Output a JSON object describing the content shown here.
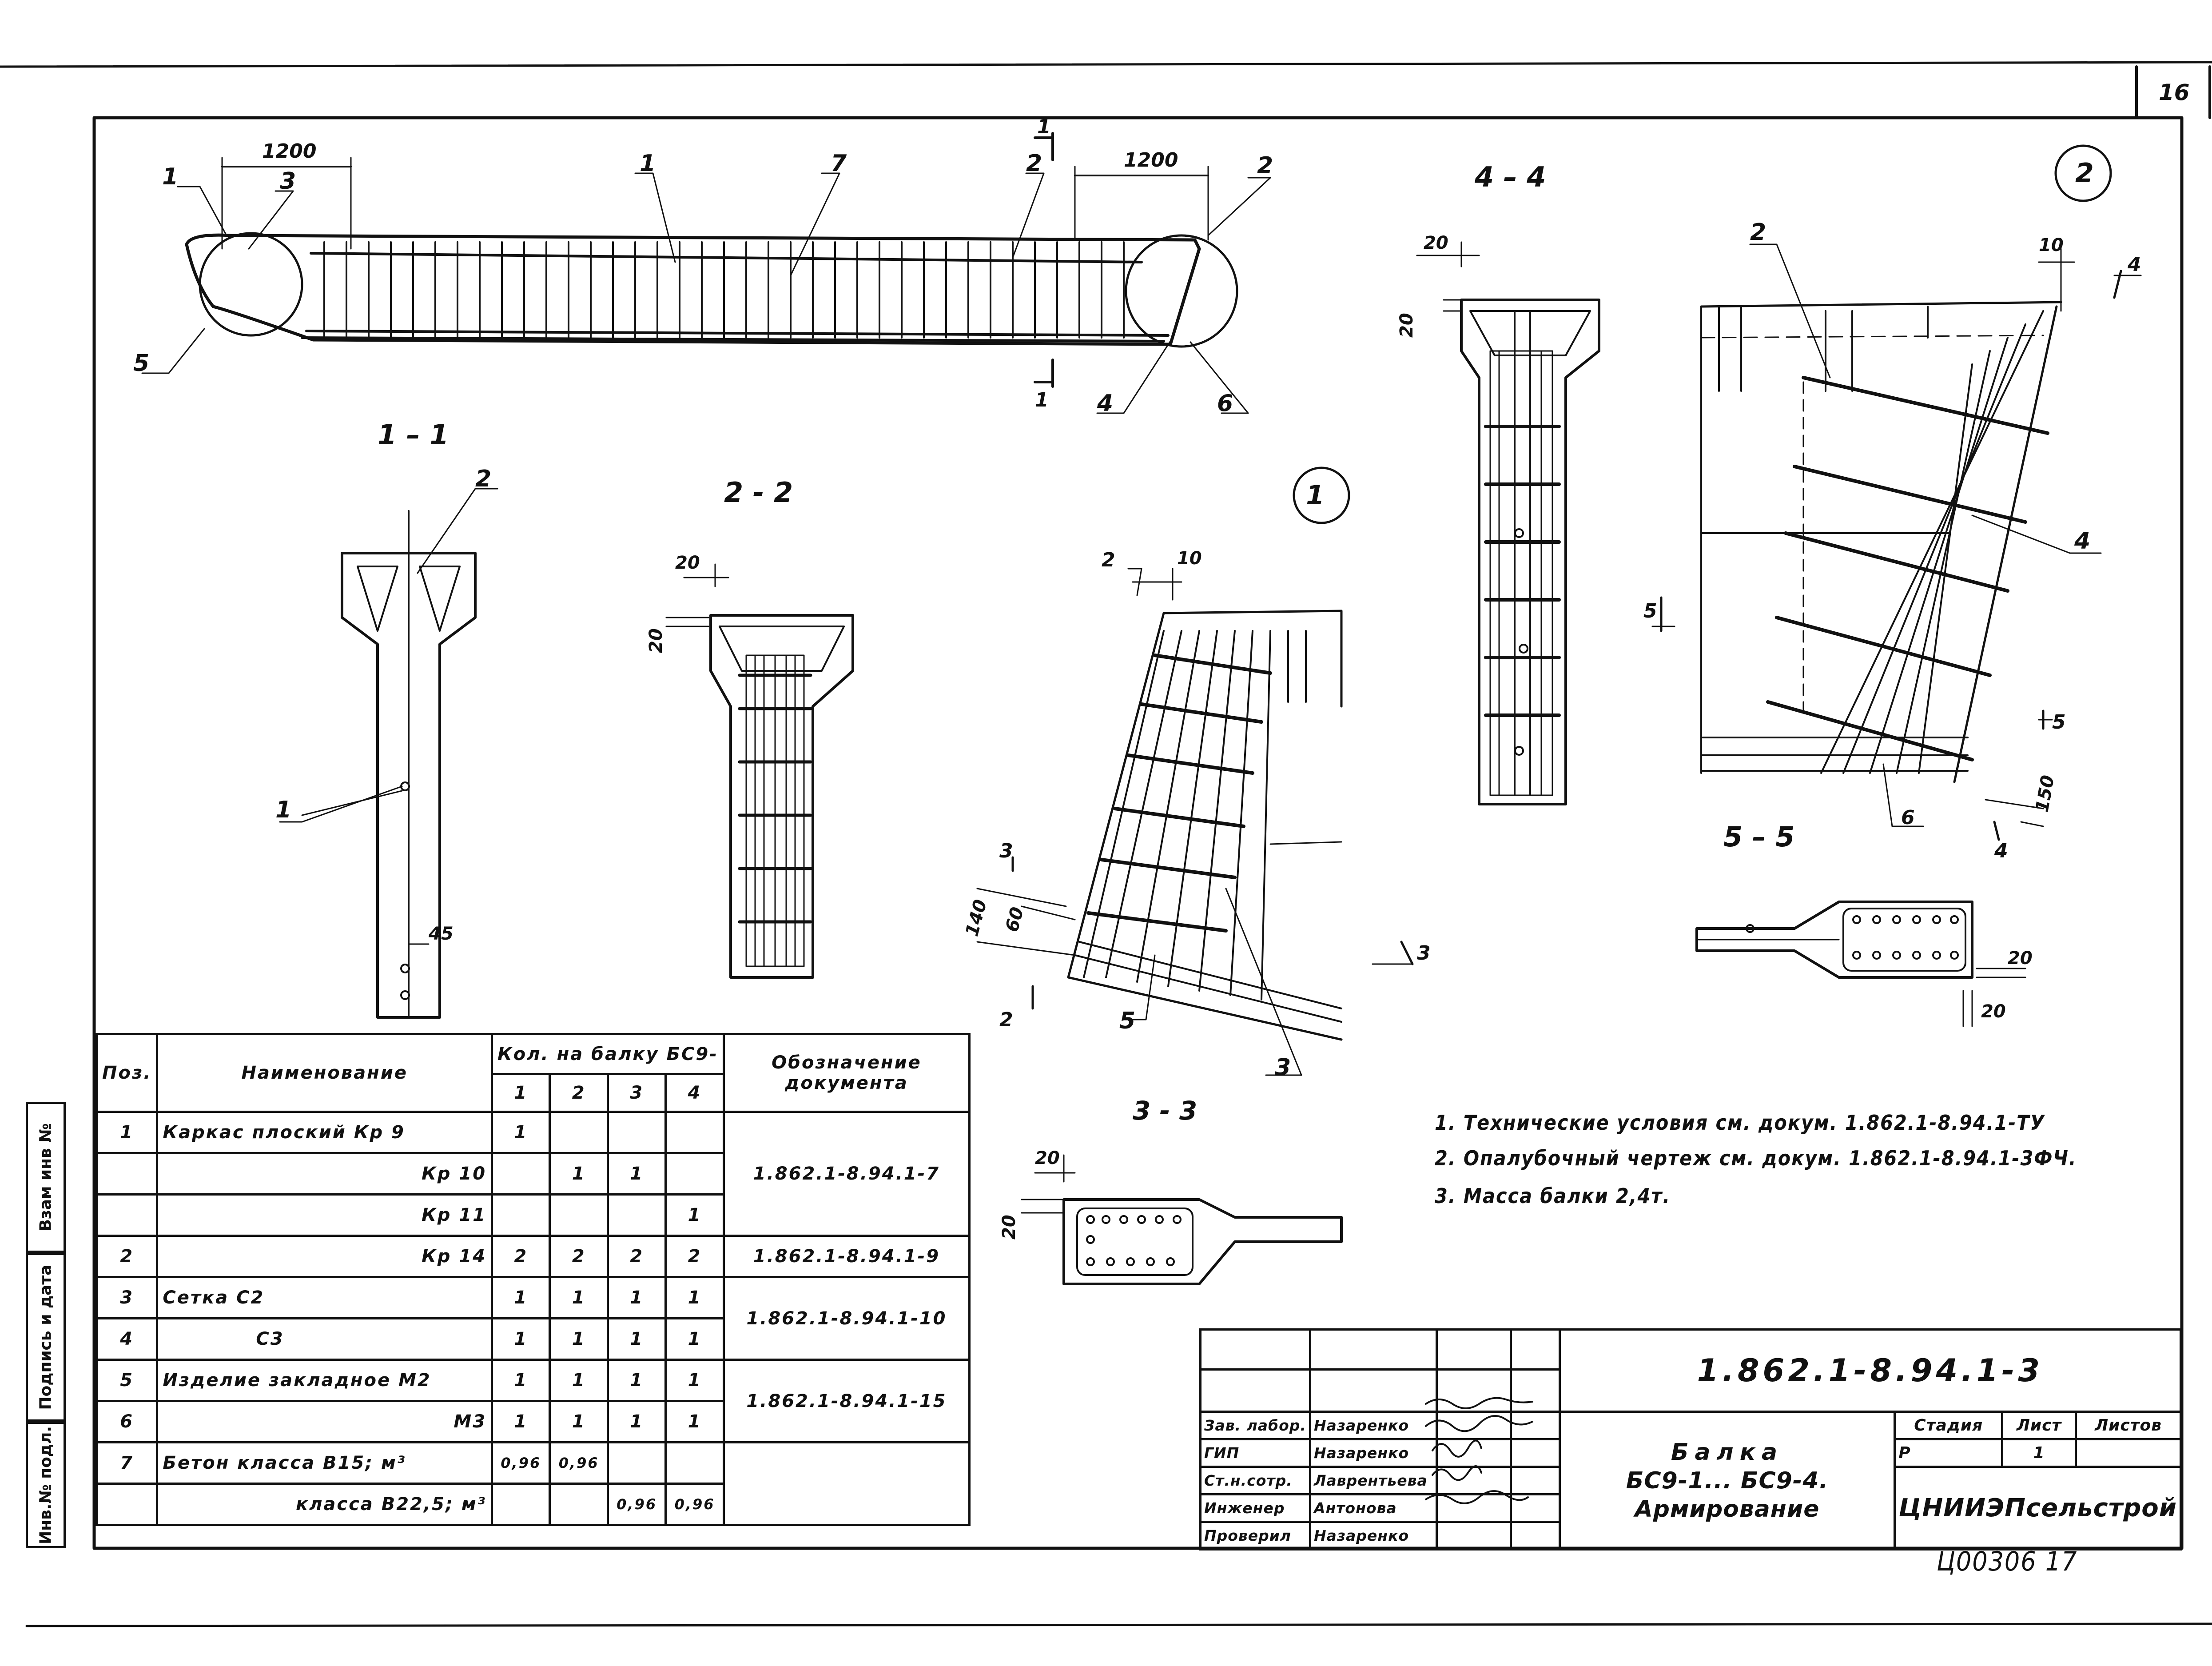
{
  "sheet_number": "16",
  "views": {
    "elevation_dims": [
      "1200",
      "1200"
    ],
    "elevation_labels": [
      "1",
      "3",
      "5",
      "1",
      "7",
      "2",
      "2",
      "4",
      "6"
    ],
    "section_marks": [
      "1",
      "1"
    ],
    "view_circle_1": "1",
    "view_circle_2": "2",
    "sec_1_1": {
      "title": "1 – 1",
      "labels": [
        "2",
        "1"
      ],
      "dims": [
        "45"
      ]
    },
    "sec_2_2": {
      "title": "2 - 2",
      "dims": [
        "20",
        "20"
      ]
    },
    "detail_1": {
      "labels": [
        "2",
        "10",
        "3",
        "5",
        "3",
        "2",
        "3"
      ],
      "dims": [
        "140",
        "60"
      ]
    },
    "sec_3_3": {
      "title": "3 - 3",
      "dims": [
        "20",
        "20"
      ]
    },
    "sec_4_4": {
      "title": "4 – 4",
      "dims": [
        "20",
        "20"
      ]
    },
    "detail_2": {
      "labels": [
        "2",
        "10",
        "4",
        "4",
        "5",
        "5",
        "6",
        "4"
      ],
      "dims": [
        "150"
      ]
    },
    "sec_5_5": {
      "title": "5 – 5",
      "dims": [
        "20",
        "20"
      ]
    }
  },
  "spec_table": {
    "headers": {
      "pos": "Поз.",
      "name": "Наименование",
      "qty": "Кол. на балку БС9-",
      "qty_cols": [
        "1",
        "2",
        "3",
        "4"
      ],
      "doc": "Обозначение документа"
    },
    "rows": [
      {
        "pos": "1",
        "name": "Каркас плоский  Кр 9",
        "q": [
          "1",
          "",
          "",
          ""
        ],
        "doc": ""
      },
      {
        "pos": "",
        "name": "Кр 10",
        "q": [
          "",
          "1",
          "1",
          ""
        ],
        "doc": "1.862.1-8.94.1-7"
      },
      {
        "pos": "",
        "name": "Кр 11",
        "q": [
          "",
          "",
          "",
          "1"
        ],
        "doc": ""
      },
      {
        "pos": "2",
        "name": "Кр 14",
        "q": [
          "2",
          "2",
          "2",
          "2"
        ],
        "doc": "1.862.1-8.94.1-9"
      },
      {
        "pos": "3",
        "name": "Сетка   С2",
        "q": [
          "1",
          "1",
          "1",
          "1"
        ],
        "doc": ""
      },
      {
        "pos": "4",
        "name": "С3",
        "q": [
          "1",
          "1",
          "1",
          "1"
        ],
        "doc": "1.862.1-8.94.1-10"
      },
      {
        "pos": "5",
        "name": "Изделие закладное М2",
        "q": [
          "1",
          "1",
          "1",
          "1"
        ],
        "doc": ""
      },
      {
        "pos": "6",
        "name": "М3",
        "q": [
          "1",
          "1",
          "1",
          "1"
        ],
        "doc": "1.862.1-8.94.1-15"
      },
      {
        "pos": "7",
        "name": "Бетон  класса  В15; м³",
        "q": [
          "0,96",
          "0,96",
          "",
          ""
        ],
        "doc": ""
      },
      {
        "pos": "",
        "name": "класса  В22,5; м³",
        "q": [
          "",
          "",
          "0,96",
          "0,96"
        ],
        "doc": ""
      }
    ]
  },
  "notes": [
    "1. Технические условия см. докум. 1.862.1-8.94.1-ТУ",
    "2. Опалубочный чертеж см. докум. 1.862.1-8.94.1-3ФЧ.",
    "3. Масса балки 2,4т."
  ],
  "side_stamp": [
    "Взам инв №",
    "Подпись и дата",
    "Инв.№ подл."
  ],
  "title_block": {
    "doc_code": "1.862.1-8.94.1-3",
    "title_line1": "Балка",
    "title_line2": "БС9-1... БС9-4.",
    "title_line3": "Армирование",
    "stage_label": "Стадия",
    "sheet_label": "Лист",
    "sheets_label": "Листов",
    "stage_value": "Р",
    "sheet_value": "1",
    "sheets_value": "",
    "organization": "ЦНИИЭПсельстрой",
    "roles": [
      {
        "role": "Зав. лабор.",
        "name": "Назаренко"
      },
      {
        "role": "ГИП",
        "name": "Назаренко"
      },
      {
        "role": "Ст.н.сотр.",
        "name": "Лаврентьева"
      },
      {
        "role": "Инженер",
        "name": "Антонова"
      },
      {
        "role": "Проверил",
        "name": "Назаренко"
      }
    ]
  },
  "archive_stamp": "Ц00306  17"
}
